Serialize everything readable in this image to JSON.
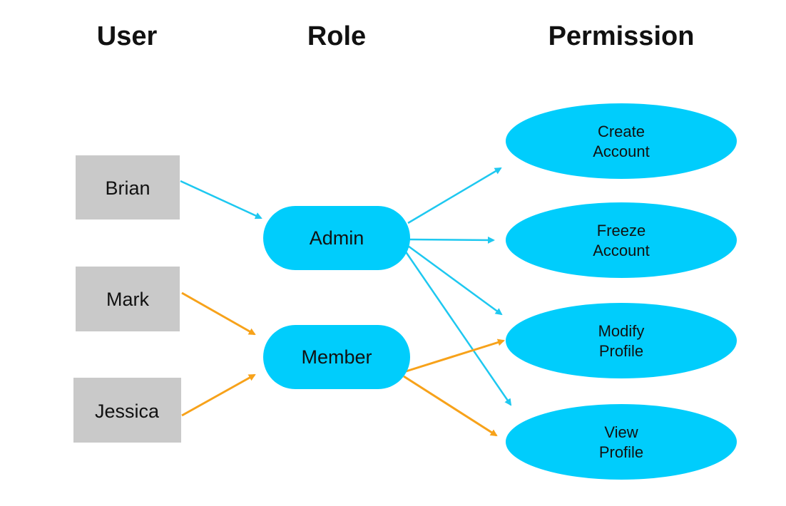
{
  "headers": {
    "user": "User",
    "role": "Role",
    "permission": "Permission"
  },
  "users": [
    {
      "label": "Brian"
    },
    {
      "label": "Mark"
    },
    {
      "label": "Jessica"
    }
  ],
  "roles": [
    {
      "label": "Admin"
    },
    {
      "label": "Member"
    }
  ],
  "permissions": [
    {
      "lines": [
        "Create",
        "Account"
      ]
    },
    {
      "lines": [
        "Freeze",
        "Account"
      ]
    },
    {
      "lines": [
        "Modify",
        "Profile"
      ]
    },
    {
      "lines": [
        "View",
        "Profile"
      ]
    }
  ],
  "colors": {
    "user_box": "#c9c9c9",
    "role_fill": "#00cdfc",
    "permission_fill": "#00cdfc",
    "admin_arrow": "#1ec8f0",
    "member_arrow": "#f7a21a"
  }
}
